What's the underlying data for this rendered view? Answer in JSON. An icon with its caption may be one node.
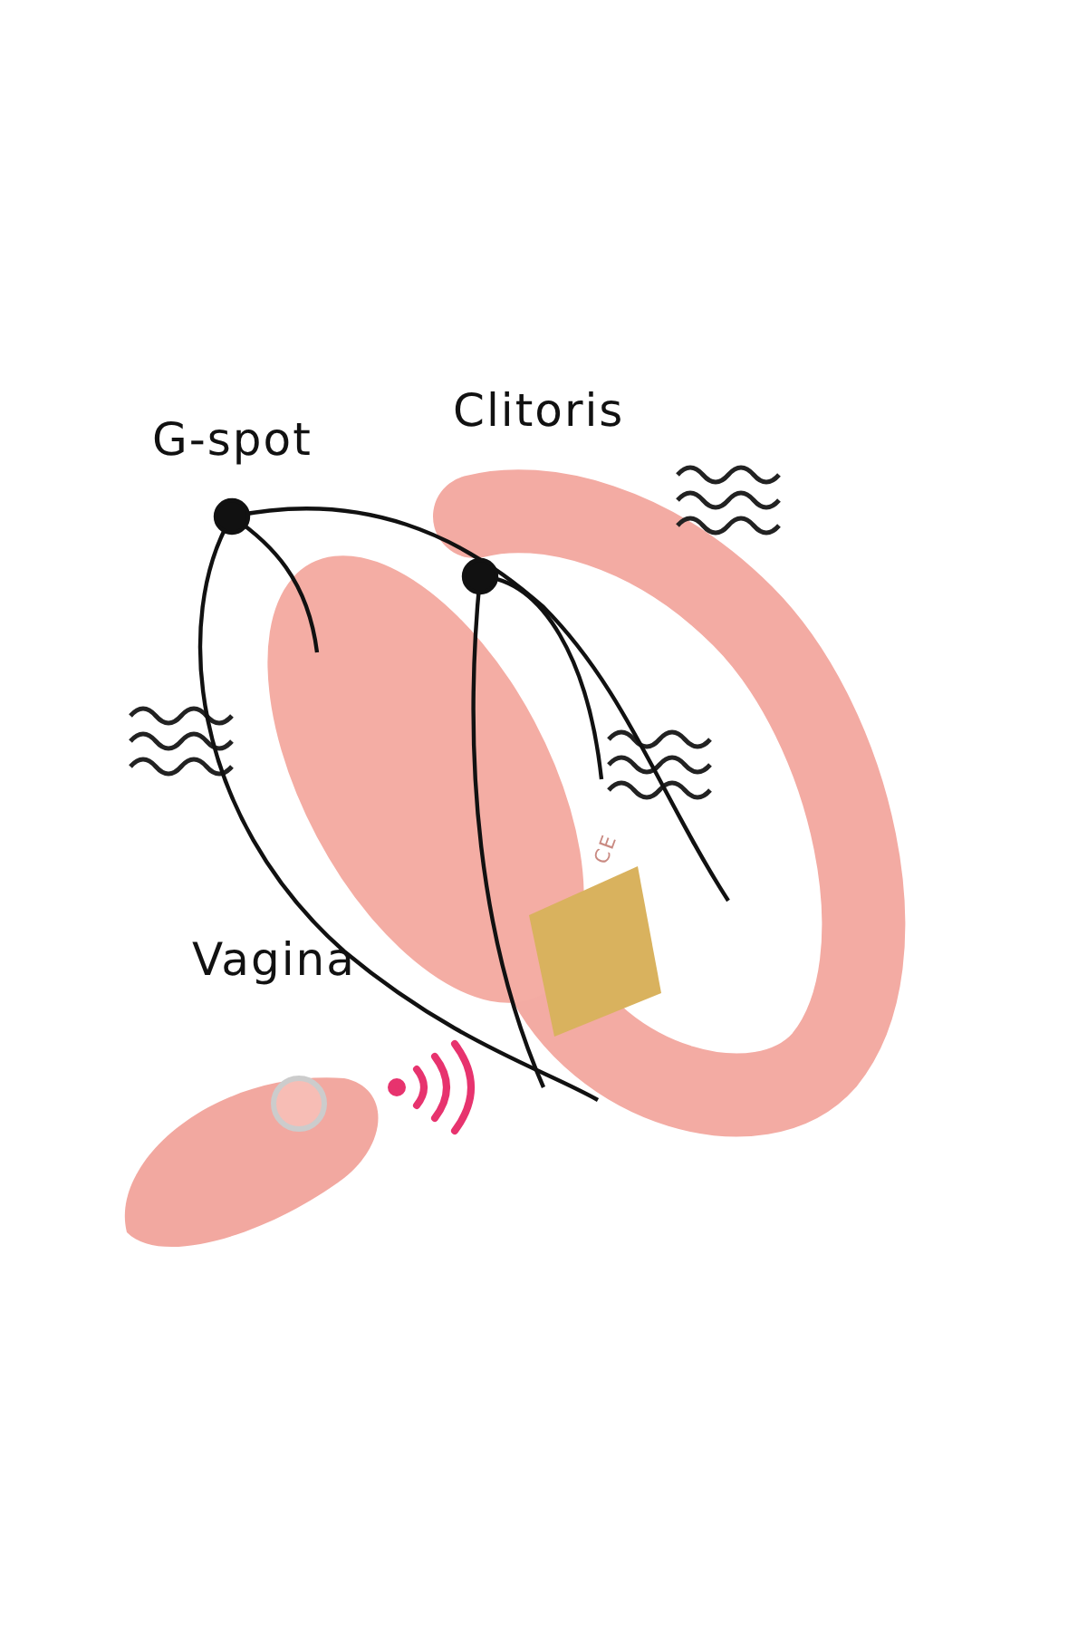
{
  "diagram": {
    "labels": [
      "G-spot",
      "Clitoris",
      "Vagina",
      "CE"
    ]
  }
}
